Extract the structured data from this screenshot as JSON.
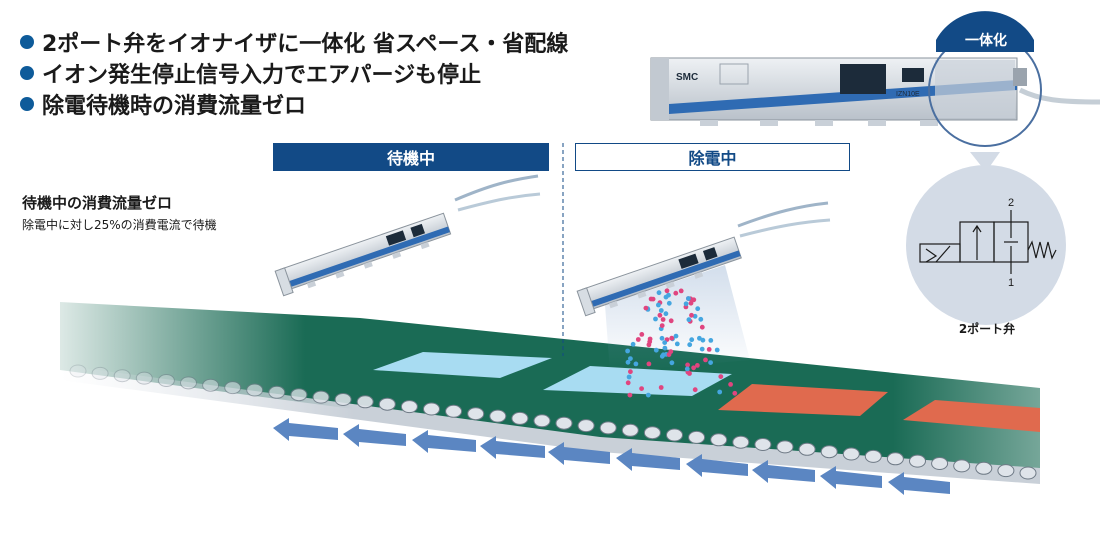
{
  "bullets": [
    {
      "text": "2ポート弁をイオナイザに一体化 省スペース・省配線"
    },
    {
      "text": "イオン発生停止信号入力でエアパージも停止"
    },
    {
      "text": "除電待機時の消費流量ゼロ"
    }
  ],
  "modes": {
    "standby": {
      "label": "待機中"
    },
    "discharging": {
      "label": "除電中"
    }
  },
  "standby_note": {
    "title": "待機中の消費流量ゼロ",
    "subtitle": "除電中に対し25%の消費電流で待機"
  },
  "product": {
    "brand": "SMC",
    "model": "IZN10E"
  },
  "integration_badge": {
    "label": "一体化"
  },
  "valve_symbol": {
    "port_top": "2",
    "port_bottom": "1",
    "caption": "2ポート弁"
  },
  "colors": {
    "navy": "#124a86",
    "bullet": "#0e5b9a",
    "belt": "#1a6b55",
    "plate_blue": "#a8dcf2",
    "plate_orange": "#e06a4e",
    "arrow": "#5b86c2",
    "ion_pink": "#e0457f",
    "ion_blue": "#45a6e0"
  }
}
